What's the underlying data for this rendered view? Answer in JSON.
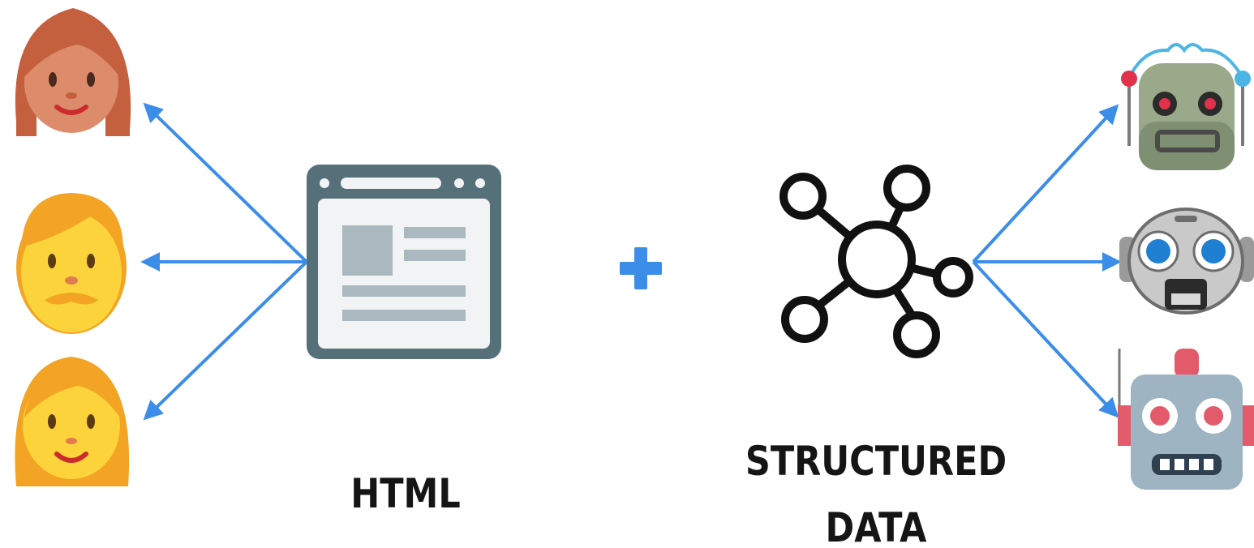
{
  "labels": {
    "html": "HTML",
    "structured_line1": "STRUCTURED",
    "structured_line2": "DATA",
    "plus": "+"
  },
  "colors": {
    "arrow": "#3b8de8",
    "plus": "#3b8de8",
    "browser_frame": "#56707a",
    "browser_page": "#f1f3f4",
    "browser_block": "#aab8bf",
    "graph_stroke": "#111111",
    "caption": "#151515"
  },
  "icons": {
    "people": [
      "woman-red-hair-icon",
      "man-blond-mustache-icon",
      "woman-blonde-icon"
    ],
    "center_left": "browser-window-icon",
    "center_right": "network-graph-icon",
    "robots": [
      "robot-antenna-icon",
      "robot-round-face-icon",
      "robot-box-head-icon"
    ]
  }
}
